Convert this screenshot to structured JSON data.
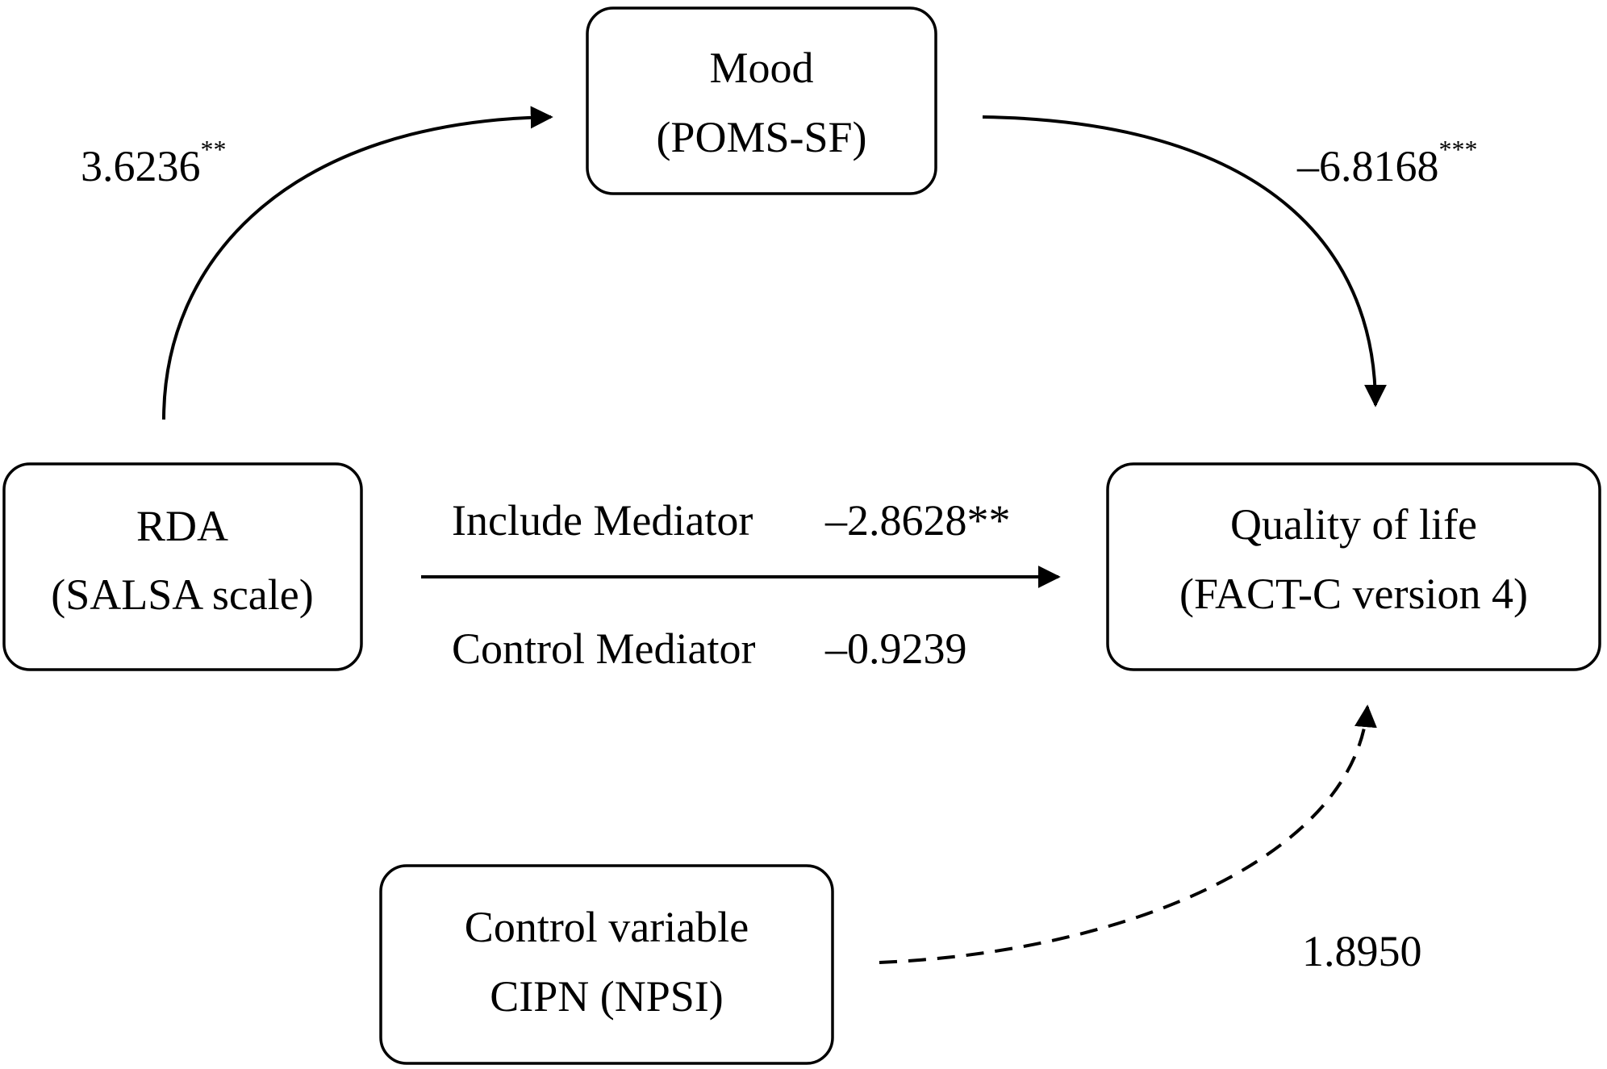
{
  "nodes": {
    "mood": {
      "line1": "Mood",
      "line2": "(POMS-SF)"
    },
    "rda": {
      "line1": "RDA",
      "line2": "(SALSA scale)"
    },
    "qol": {
      "line1": "Quality of life",
      "line2": "(FACT-C version 4)"
    },
    "control": {
      "line1": "Control variable",
      "line2": "CIPN (NPSI)"
    }
  },
  "paths": {
    "rda_to_mood": {
      "value": "3.6236",
      "significance": "**"
    },
    "mood_to_qol": {
      "value": "–6.8168",
      "significance": "***"
    },
    "rda_to_qol": {
      "include_label": "Include Mediator",
      "include_value": "–2.8628**",
      "control_label": "Control Mediator",
      "control_value": "–0.9239"
    },
    "control_to_qol": {
      "value": "1.8950"
    }
  },
  "colors": {
    "stroke": "#000000",
    "background": "#ffffff"
  }
}
